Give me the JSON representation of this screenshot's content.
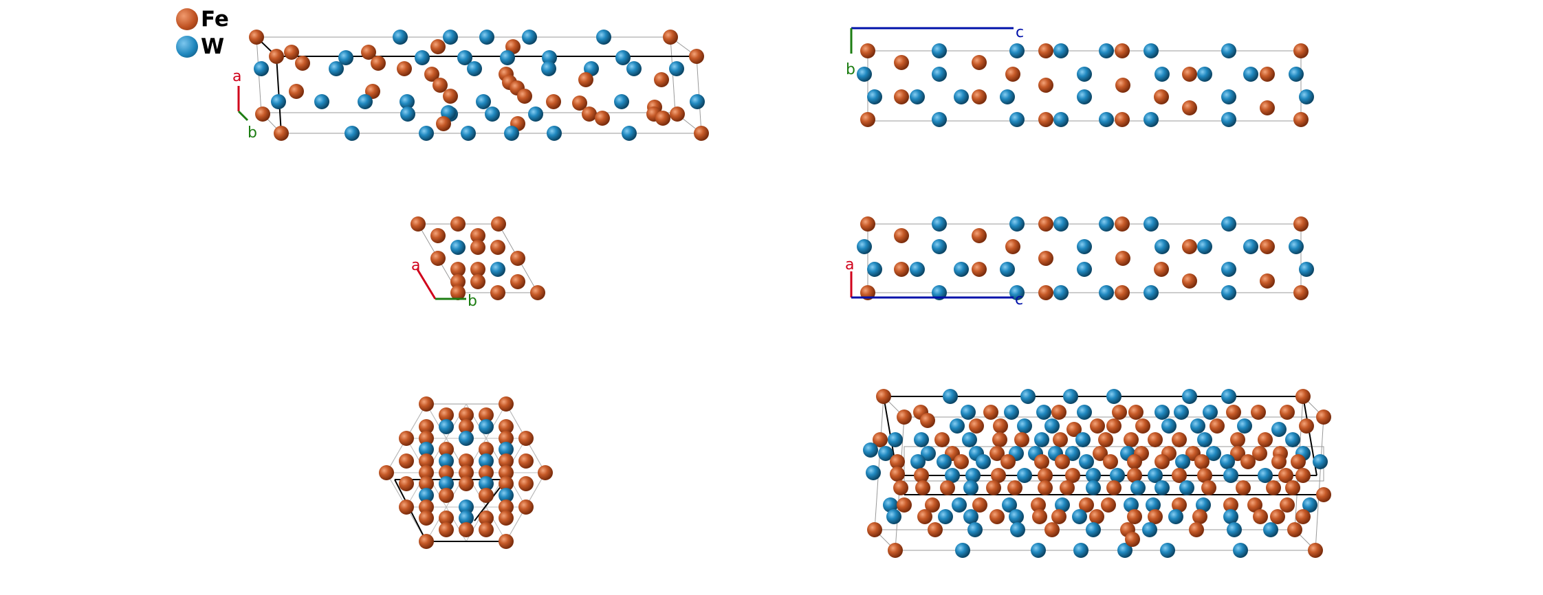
{
  "legend": [
    {
      "label": "Fe",
      "color": "#c05323"
    },
    {
      "label": "W",
      "color": "#1f87bd"
    }
  ],
  "colors": {
    "Fe": "#c05323",
    "W": "#1f87bd",
    "axis_a": "#d0021b",
    "axis_b": "#1c7d12",
    "axis_c": "#0011aa"
  },
  "axis_labels": {
    "a": "a",
    "b": "b",
    "c": "c"
  },
  "panels": [
    {
      "name": "perspective-view-top-left",
      "axes": [
        "a",
        "b"
      ]
    },
    {
      "name": "view-along-a",
      "axes": [
        "b",
        "c"
      ]
    },
    {
      "name": "view-along-c",
      "axes": [
        "a",
        "b"
      ]
    },
    {
      "name": "view-along-b",
      "axes": [
        "a",
        "c"
      ]
    },
    {
      "name": "hexagonal-projection",
      "axes": []
    },
    {
      "name": "perspective-view-bottom-right",
      "axes": []
    }
  ]
}
